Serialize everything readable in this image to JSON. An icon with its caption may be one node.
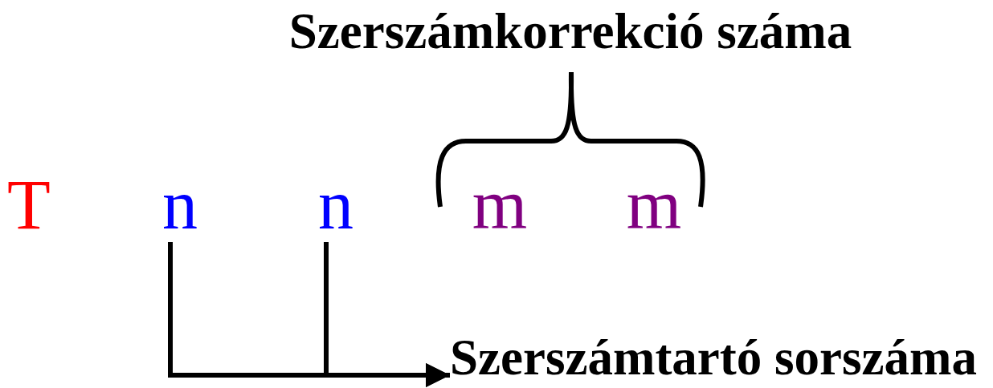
{
  "diagram": {
    "nodes": [
      {
        "text": [
          "T"
        ]
      },
      {
        "text": [
          "n"
        ]
      },
      {
        "text": [
          "n"
        ]
      },
      {
        "text": [
          "m"
        ]
      },
      {
        "text": [
          "m"
        ]
      },
      {
        "text": [
          "Szerszámtartó sorszáma"
        ]
      }
    ],
    "edges": [
      {
        "from": 1,
        "to": 5,
        "arrow": "to"
      },
      {
        "from": 2,
        "to": 5,
        "arrow": "to"
      }
    ],
    "labels": [
      "Szerszámkorrekció száma"
    ]
  }
}
